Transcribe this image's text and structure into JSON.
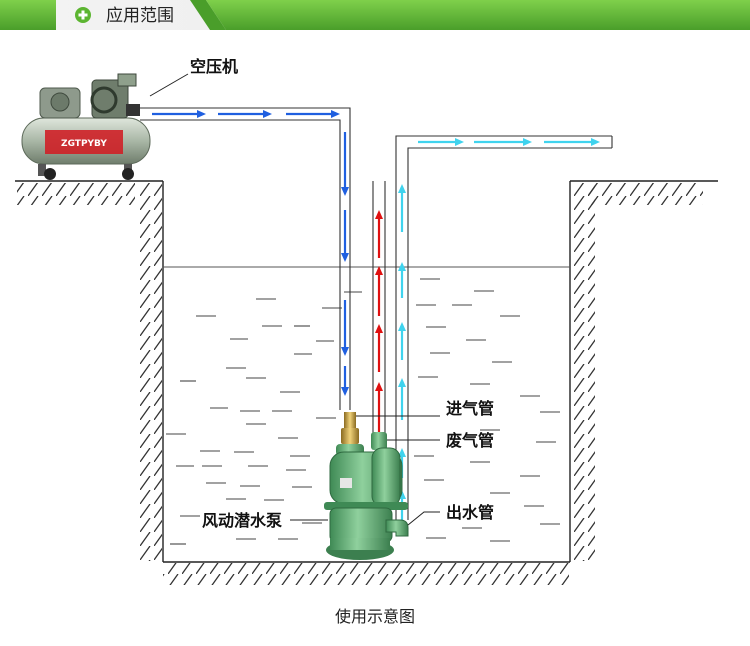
{
  "header": {
    "title": "应用范围",
    "icon": "plus-circle-icon",
    "accent": "#5cb531"
  },
  "labels": {
    "compressor": "空压机",
    "air_in_pipe": "进气管",
    "exhaust_pipe": "废气管",
    "pump": "风动潜水泵",
    "outlet_pipe": "出水管"
  },
  "compressor_brand": "ZGTPYBY",
  "caption": "使用示意图",
  "colors": {
    "air_flow": "#1f5fe0",
    "exhaust_flow": "#e01010",
    "water_flow": "#3fd3ee",
    "pump_body": "#5aa86e",
    "water_line": "#444444"
  }
}
